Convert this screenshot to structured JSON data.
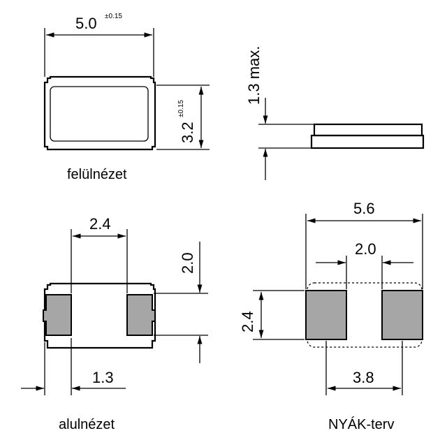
{
  "top_view": {
    "width_label": "5.0",
    "width_tol": "±0.15",
    "height_label": "3.2",
    "height_tol": "±0.15",
    "caption": "felülnézet"
  },
  "side_view": {
    "height_label": "1.3 max."
  },
  "bottom_view": {
    "pad_pitch_label": "2.4",
    "pad_height_label": "2.0",
    "pad_width_label": "1.3",
    "caption": "alulnézet"
  },
  "pcb_layout": {
    "overall_width_label": "5.6",
    "gap_label": "2.0",
    "pad_height_label": "2.4",
    "pad_span_label": "3.8",
    "caption": "NYÁK-terv"
  }
}
